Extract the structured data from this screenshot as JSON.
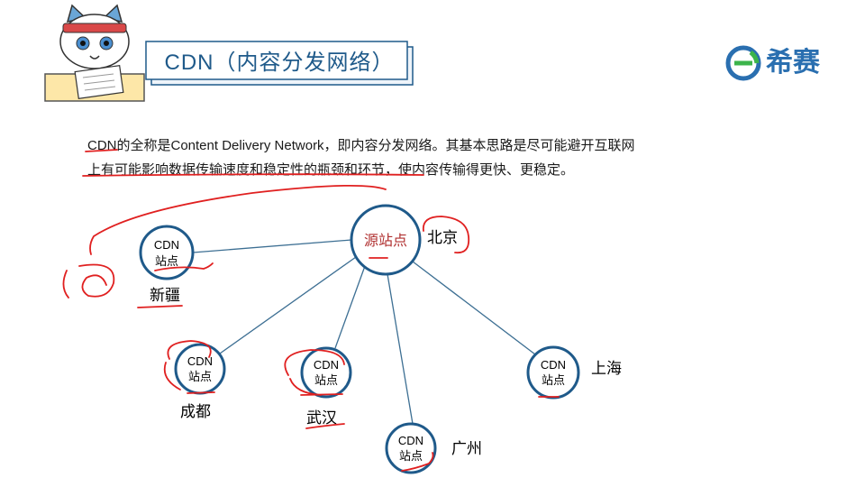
{
  "header": {
    "title": "CDN（内容分发网络）",
    "logo_text": "希赛"
  },
  "intro": {
    "line1": "CDN的全称是Content Delivery Network，即内容分发网络。其基本思路是尽可能避开互联网",
    "line2": "上有可能影响数据传输速度和稳定性的瓶颈和环节，使内容传输得更快、更稳定。"
  },
  "diagram": {
    "origin": {
      "label": "源站点",
      "city": "北京"
    },
    "nodes": [
      {
        "id": "xinjiang",
        "line1": "CDN",
        "line2": "站点",
        "city": "新疆"
      },
      {
        "id": "chengdu",
        "line1": "CDN",
        "line2": "站点",
        "city": "成都"
      },
      {
        "id": "wuhan",
        "line1": "CDN",
        "line2": "站点",
        "city": "武汉"
      },
      {
        "id": "guangzhou",
        "line1": "CDN",
        "line2": "站点",
        "city": "广州"
      },
      {
        "id": "shanghai",
        "line1": "CDN",
        "line2": "站点",
        "city": "上海"
      }
    ]
  },
  "colors": {
    "node_stroke": "#1f5a8a",
    "edge": "#3d6f93",
    "annotation": "#e02020",
    "title": "#1f5a8a"
  }
}
